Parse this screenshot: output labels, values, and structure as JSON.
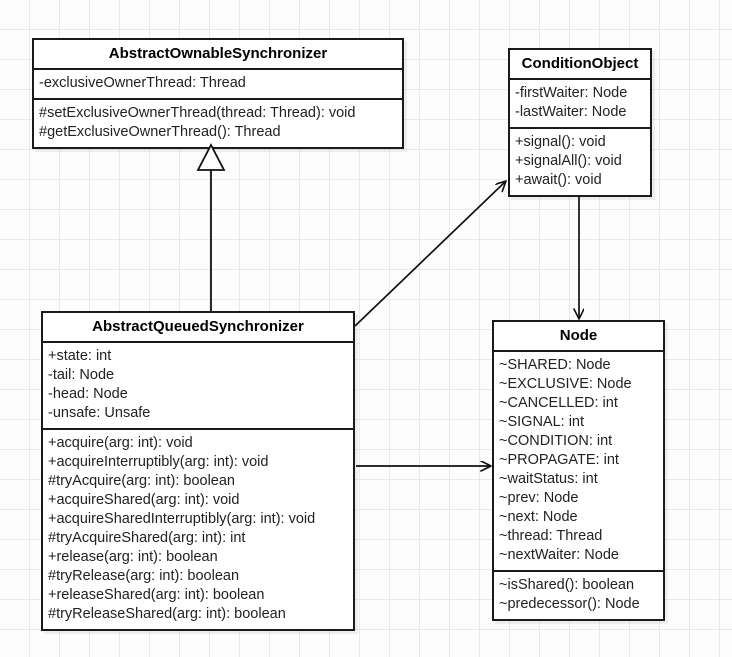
{
  "diagram": {
    "type": "uml-class-diagram",
    "background": "#fdfdfd",
    "grid_color": "#e9e9e9",
    "line_color": "#1a1a1a",
    "classes": [
      {
        "id": "abstract-ownable-synchronizer",
        "name": "AbstractOwnableSynchronizer",
        "attributes": [
          "-exclusiveOwnerThread: Thread"
        ],
        "methods": [
          "#setExclusiveOwnerThread(thread: Thread): void",
          "#getExclusiveOwnerThread(): Thread"
        ]
      },
      {
        "id": "condition-object",
        "name": "ConditionObject",
        "attributes": [
          "-firstWaiter: Node",
          "-lastWaiter: Node"
        ],
        "methods": [
          "+signal(): void",
          "+signalAll(): void",
          "+await(): void"
        ]
      },
      {
        "id": "abstract-queued-synchronizer",
        "name": "AbstractQueuedSynchronizer",
        "attributes": [
          "+state: int",
          "-tail: Node",
          "-head: Node",
          "-unsafe: Unsafe"
        ],
        "methods": [
          "+acquire(arg: int): void",
          "+acquireInterruptibly(arg: int): void",
          "#tryAcquire(arg: int): boolean",
          "+acquireShared(arg: int): void",
          "+acquireSharedInterruptibly(arg: int): void",
          "#tryAcquireShared(arg: int): int",
          "+release(arg: int): boolean",
          "#tryRelease(arg: int): boolean",
          "+releaseShared(arg: int): boolean",
          "#tryReleaseShared(arg: int): boolean"
        ]
      },
      {
        "id": "node",
        "name": "Node",
        "attributes": [
          "~SHARED: Node",
          "~EXCLUSIVE: Node",
          "~CANCELLED: int",
          "~SIGNAL: int",
          "~CONDITION: int",
          "~PROPAGATE: int",
          "~waitStatus: int",
          "~prev: Node",
          "~next: Node",
          "~thread: Thread",
          "~nextWaiter: Node"
        ],
        "methods": [
          "~isShared(): boolean",
          "~predecessor(): Node"
        ]
      }
    ],
    "relations": [
      {
        "id": "generalization-aqs-to-aos",
        "kind": "generalization",
        "from": "abstract-queued-synchronizer",
        "to": "abstract-ownable-synchronizer",
        "arrowhead": "hollow-triangle"
      },
      {
        "id": "association-aqs-to-conditionobject",
        "kind": "association",
        "from": "abstract-queued-synchronizer",
        "to": "condition-object",
        "arrowhead": "open-arrow"
      },
      {
        "id": "association-conditionobject-to-node",
        "kind": "association",
        "from": "condition-object",
        "to": "node",
        "arrowhead": "open-arrow"
      },
      {
        "id": "association-aqs-to-node",
        "kind": "association",
        "from": "abstract-queued-synchronizer",
        "to": "node",
        "arrowhead": "open-arrow"
      }
    ]
  }
}
